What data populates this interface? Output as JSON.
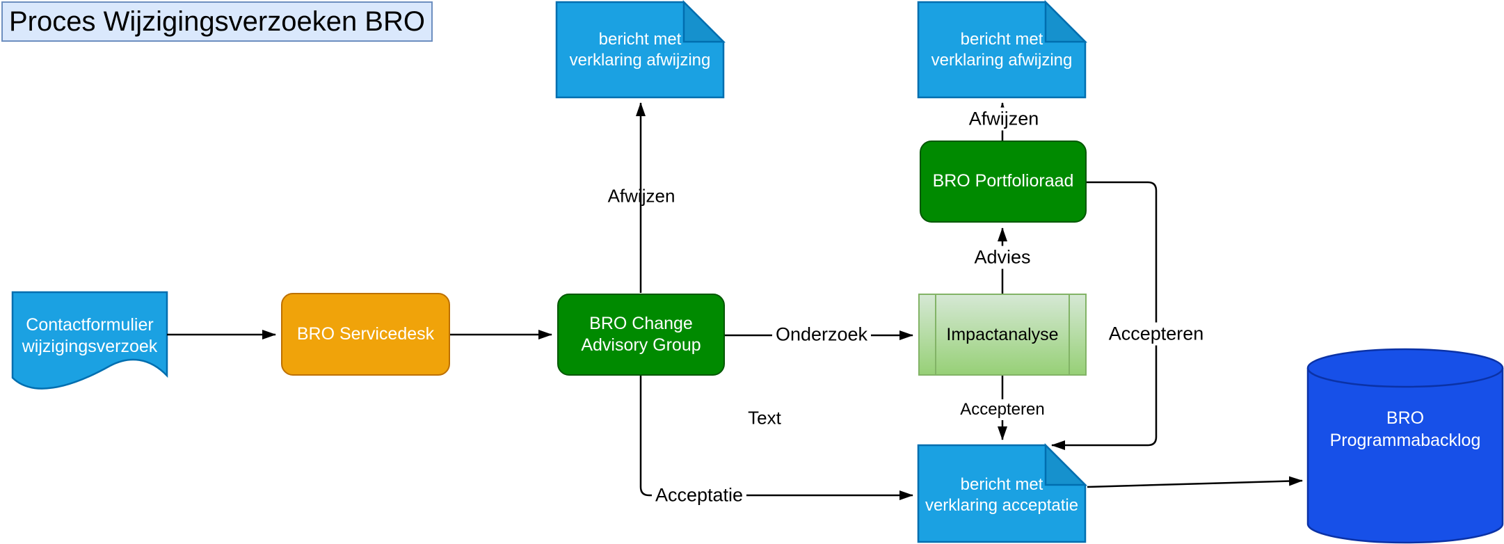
{
  "title": {
    "label": "Proces Wijzigingsverzoeken BRO"
  },
  "nodes": {
    "contactformulier": {
      "type": "document",
      "label": "Contactformulier\nwijzigingsverzoek"
    },
    "servicedesk": {
      "type": "rounded-process",
      "label": "BRO Servicedesk"
    },
    "change_advisory_group": {
      "type": "rounded-process",
      "label": "BRO Change\nAdvisory Group"
    },
    "bericht_afwijzing_links": {
      "type": "note",
      "label": "bericht met\nverklaring afwijzing"
    },
    "bericht_afwijzing_rechts": {
      "type": "note",
      "label": "bericht met\nverklaring afwijzing"
    },
    "portfolioraad": {
      "type": "rounded-process",
      "label": "BRO Portfolioraad"
    },
    "impactanalyse": {
      "type": "predefined-process",
      "label": "Impactanalyse"
    },
    "bericht_acceptatie": {
      "type": "note",
      "label": "bericht met\nverklaring acceptatie"
    },
    "programmabacklog": {
      "type": "database-cylinder",
      "label": "BRO\nProgrammabacklog"
    }
  },
  "edges": {
    "afwijzen_from_cag": {
      "label": "Afwijzen"
    },
    "afwijzen_from_portfolioraad": {
      "label": "Afwijzen"
    },
    "onderzoek": {
      "label": "Onderzoek"
    },
    "advies": {
      "label": "Advies"
    },
    "accepteren_from_impactanalyse": {
      "label": "Accepteren"
    },
    "accepteren_from_portfolioraad": {
      "label": "Accepteren"
    },
    "acceptatie": {
      "label": "Acceptatie"
    },
    "text_placeholder": {
      "label": "Text"
    }
  },
  "colors": {
    "title-fill": "#dae8fc",
    "title-stroke": "#6c8ebf",
    "doc-fill": "#1ba1e2",
    "doc-stroke": "#006eaf",
    "note-fold": "#1691cd",
    "orange-fill": "#f0a30a",
    "orange-stroke": "#bd7000",
    "green-fill": "#008a00",
    "green-stroke": "#005700",
    "impact-top": "#d5e8d4",
    "impact-bottom": "#97d077",
    "impact-stroke": "#82b366",
    "db-fill": "#1750e8",
    "db-stroke": "#0b32a6",
    "edge": "#000000"
  }
}
